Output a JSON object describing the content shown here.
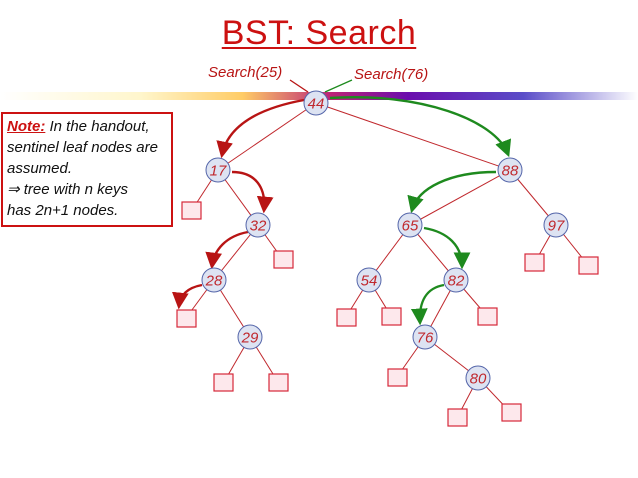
{
  "title": "BST: Search",
  "search_left": "Search(25)",
  "search_right": "Search(76)",
  "note": {
    "heading": "Note:",
    "line1": " In the handout,",
    "line2": "sentinel leaf nodes are",
    "line3": "assumed.",
    "line4_symbol": "⇒",
    "line4": " tree with n keys",
    "line5": "has 2n+1 nodes."
  },
  "nodes": [
    "44",
    "17",
    "88",
    "32",
    "65",
    "97",
    "28",
    "54",
    "82",
    "29",
    "76",
    "80"
  ],
  "colors": {
    "title": "#cc1111",
    "node_fill": "#dde3f2",
    "node_stroke": "#5566aa",
    "edge": "#c0282d",
    "leaf_fill": "#fde8ec",
    "leaf_stroke": "#d6283a",
    "search_path_25": "#b81414",
    "search_path_76": "#1e8a1e"
  }
}
